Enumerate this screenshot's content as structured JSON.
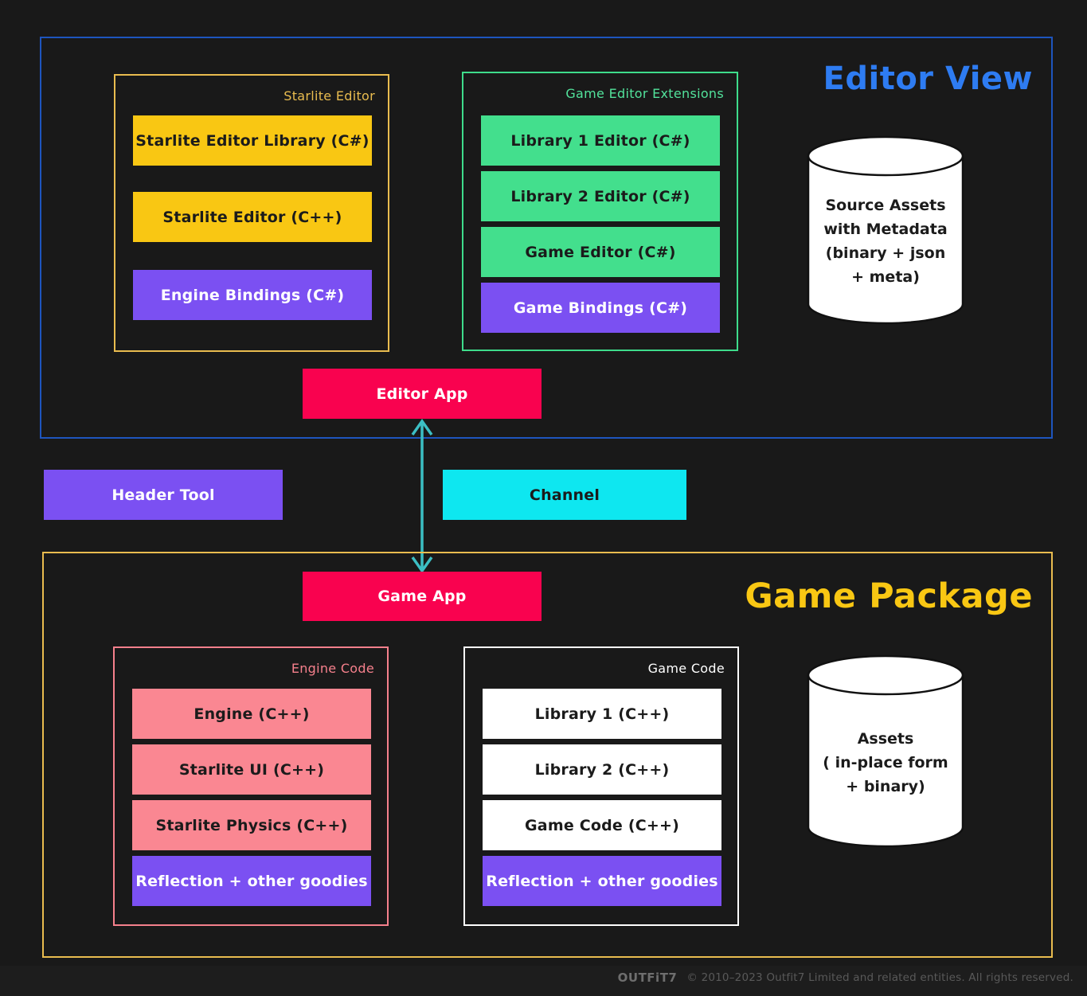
{
  "palette": {
    "background": "#191919",
    "blue_border": "#1E55BE",
    "blue_title": "#2E7CF2",
    "gold": "#E9BC4F",
    "yellow": "#F9C713",
    "green": "#43DF8D",
    "green_border": "#3EDC8B",
    "green_label": "#52E29B",
    "purple": "#7B50F2",
    "pink": "#F9024F",
    "cyan": "#0EE7F0",
    "teal_arrow": "#3CBFC4",
    "salmon": "#FA8792",
    "salmon_border": "#F5808C",
    "white": "#FFFFFF",
    "dark_text": "#1B1B1B",
    "footer_logo": "#6E6E6E",
    "footer_text": "#595959"
  },
  "editor_view": {
    "title": "Editor View",
    "starlite_editor": {
      "label": "Starlite Editor",
      "items": [
        {
          "label": "Starlite Editor Library (C#)",
          "variant": "yellow"
        },
        {
          "label": "Starlite Editor (C++)",
          "variant": "yellow"
        },
        {
          "label": "Engine Bindings (C#)",
          "variant": "purple"
        }
      ]
    },
    "game_editor_extensions": {
      "label": "Game Editor Extensions",
      "items": [
        {
          "label": "Library 1 Editor (C#)",
          "variant": "green"
        },
        {
          "label": "Library 2 Editor (C#)",
          "variant": "green"
        },
        {
          "label": "Game Editor (C#)",
          "variant": "green"
        },
        {
          "label": "Game Bindings (C#)",
          "variant": "purple"
        }
      ]
    },
    "source_assets": {
      "lines": [
        "Source Assets",
        "with Metadata",
        "(binary + json",
        "+ meta)"
      ]
    },
    "editor_app": {
      "label": "Editor App",
      "variant": "pink"
    }
  },
  "middle": {
    "header_tool": {
      "label": "Header Tool",
      "variant": "purple"
    },
    "channel": {
      "label": "Channel",
      "variant": "cyan"
    }
  },
  "game_package": {
    "title": "Game Package",
    "game_app": {
      "label": "Game App",
      "variant": "pink"
    },
    "engine_code": {
      "label": "Engine Code",
      "items": [
        {
          "label": "Engine (C++)",
          "variant": "salmon"
        },
        {
          "label": "Starlite UI (C++)",
          "variant": "salmon"
        },
        {
          "label": "Starlite Physics (C++)",
          "variant": "salmon"
        },
        {
          "label": "Reflection + other goodies",
          "variant": "purple"
        }
      ]
    },
    "game_code": {
      "label": "Game Code",
      "items": [
        {
          "label": "Library 1 (C++)",
          "variant": "white"
        },
        {
          "label": "Library 2 (C++)",
          "variant": "white"
        },
        {
          "label": "Game Code (C++)",
          "variant": "white"
        },
        {
          "label": "Reflection + other goodies",
          "variant": "purple"
        }
      ]
    },
    "assets": {
      "lines": [
        "Assets",
        "( in-place form",
        "+ binary)"
      ]
    }
  },
  "footer": {
    "logo": "OUTFiT7",
    "copyright": "© 2010–2023 Outfit7 Limited and related entities. All rights reserved."
  }
}
